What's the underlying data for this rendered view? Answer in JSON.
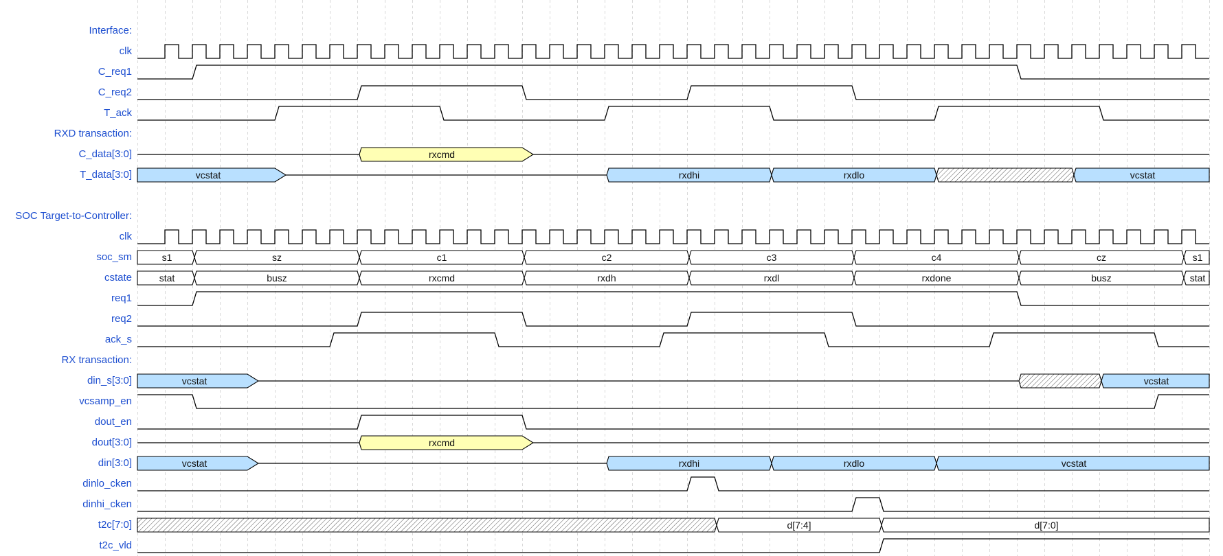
{
  "colors": {
    "label": "#1e4fd0",
    "bus_blue": "#b9e0ff",
    "bus_yellow": "#ffffb4",
    "line": "#000000",
    "grid": "#d8d8d8"
  },
  "periods": 39,
  "signals": [
    {
      "name": "Interface:",
      "kind": "label"
    },
    {
      "name": "clk",
      "kind": "clock",
      "from": 1
    },
    {
      "name": "C_req1",
      "kind": "bit",
      "init": 0,
      "edges": [
        2,
        32
      ]
    },
    {
      "name": "C_req2",
      "kind": "bit",
      "init": 0,
      "edges": [
        8,
        14,
        20,
        26
      ]
    },
    {
      "name": "T_ack",
      "kind": "bit",
      "init": 0,
      "edges": [
        5,
        11,
        17,
        23,
        29,
        35
      ]
    },
    {
      "name": "RXD transaction:",
      "kind": "label"
    },
    {
      "name": "C_data[3:0]",
      "kind": "bus",
      "segs": [
        {
          "s": 0,
          "e": 8,
          "t": "z"
        },
        {
          "s": 8,
          "e": 14,
          "t": "d",
          "label": "rxcmd",
          "c": "yellow"
        },
        {
          "s": 14,
          "e": 39,
          "t": "z"
        }
      ]
    },
    {
      "name": "T_data[3:0]",
      "kind": "bus",
      "segs": [
        {
          "s": 0,
          "e": 5,
          "t": "d",
          "label": "vcstat",
          "c": "blue"
        },
        {
          "s": 5,
          "e": 17,
          "t": "z"
        },
        {
          "s": 17,
          "e": 23,
          "t": "d",
          "label": "rxdhi",
          "c": "blue"
        },
        {
          "s": 23,
          "e": 29,
          "t": "d",
          "label": "rxdlo",
          "c": "blue"
        },
        {
          "s": 29,
          "e": 34,
          "t": "x"
        },
        {
          "s": 34,
          "e": 39,
          "t": "d",
          "label": "vcstat",
          "c": "blue"
        }
      ]
    },
    {
      "name": "",
      "kind": "label"
    },
    {
      "name": "SOC Target-to-Controller:",
      "kind": "label"
    },
    {
      "name": "clk",
      "kind": "clock",
      "from": 1
    },
    {
      "name": "soc_sm",
      "kind": "bus",
      "segs": [
        {
          "s": 0,
          "e": 2,
          "t": "d",
          "label": "s1"
        },
        {
          "s": 2,
          "e": 8,
          "t": "d",
          "label": "sz"
        },
        {
          "s": 8,
          "e": 14,
          "t": "d",
          "label": "c1"
        },
        {
          "s": 14,
          "e": 20,
          "t": "d",
          "label": "c2"
        },
        {
          "s": 20,
          "e": 26,
          "t": "d",
          "label": "c3"
        },
        {
          "s": 26,
          "e": 32,
          "t": "d",
          "label": "c4"
        },
        {
          "s": 32,
          "e": 38,
          "t": "d",
          "label": "cz"
        },
        {
          "s": 38,
          "e": 39,
          "t": "d",
          "label": "s1"
        }
      ]
    },
    {
      "name": "cstate",
      "kind": "bus",
      "segs": [
        {
          "s": 0,
          "e": 2,
          "t": "d",
          "label": "stat"
        },
        {
          "s": 2,
          "e": 8,
          "t": "d",
          "label": "busz"
        },
        {
          "s": 8,
          "e": 14,
          "t": "d",
          "label": "rxcmd"
        },
        {
          "s": 14,
          "e": 20,
          "t": "d",
          "label": "rxdh"
        },
        {
          "s": 20,
          "e": 26,
          "t": "d",
          "label": "rxdl"
        },
        {
          "s": 26,
          "e": 32,
          "t": "d",
          "label": "rxdone"
        },
        {
          "s": 32,
          "e": 38,
          "t": "d",
          "label": "busz"
        },
        {
          "s": 38,
          "e": 39,
          "t": "d",
          "label": "stat"
        }
      ]
    },
    {
      "name": "req1",
      "kind": "bit",
      "init": 0,
      "edges": [
        2,
        32
      ]
    },
    {
      "name": "req2",
      "kind": "bit",
      "init": 0,
      "edges": [
        8,
        14,
        20,
        26
      ]
    },
    {
      "name": "ack_s",
      "kind": "bit",
      "init": 0,
      "edges": [
        7,
        13,
        19,
        25,
        31,
        37
      ]
    },
    {
      "name": "RX transaction:",
      "kind": "label"
    },
    {
      "name": "din_s[3:0]",
      "kind": "bus",
      "segs": [
        {
          "s": 0,
          "e": 4,
          "t": "d",
          "label": "vcstat",
          "c": "blue"
        },
        {
          "s": 4,
          "e": 32,
          "t": "z"
        },
        {
          "s": 32,
          "e": 35,
          "t": "x"
        },
        {
          "s": 35,
          "e": 39,
          "t": "d",
          "label": "vcstat",
          "c": "blue"
        }
      ]
    },
    {
      "name": "vcsamp_en",
      "kind": "bit",
      "init": 1,
      "edges": [
        2,
        37
      ]
    },
    {
      "name": "dout_en",
      "kind": "bit",
      "init": 0,
      "edges": [
        8,
        14
      ]
    },
    {
      "name": "dout[3:0]",
      "kind": "bus",
      "segs": [
        {
          "s": 0,
          "e": 8,
          "t": "z"
        },
        {
          "s": 8,
          "e": 14,
          "t": "d",
          "label": "rxcmd",
          "c": "yellow"
        },
        {
          "s": 14,
          "e": 39,
          "t": "z"
        }
      ]
    },
    {
      "name": "din[3:0]",
      "kind": "bus",
      "segs": [
        {
          "s": 0,
          "e": 4,
          "t": "d",
          "label": "vcstat",
          "c": "blue"
        },
        {
          "s": 4,
          "e": 17,
          "t": "z"
        },
        {
          "s": 17,
          "e": 23,
          "t": "d",
          "label": "rxdhi",
          "c": "blue"
        },
        {
          "s": 23,
          "e": 29,
          "t": "d",
          "label": "rxdlo",
          "c": "blue"
        },
        {
          "s": 29,
          "e": 39,
          "t": "d",
          "label": "vcstat",
          "c": "blue"
        }
      ]
    },
    {
      "name": "dinlo_cken",
      "kind": "bit",
      "init": 0,
      "edges": [
        20,
        21
      ]
    },
    {
      "name": "dinhi_cken",
      "kind": "bit",
      "init": 0,
      "edges": [
        26,
        27
      ]
    },
    {
      "name": "t2c[7:0]",
      "kind": "bus",
      "segs": [
        {
          "s": 0,
          "e": 21,
          "t": "x"
        },
        {
          "s": 21,
          "e": 27,
          "t": "d",
          "label": "d[7:4]"
        },
        {
          "s": 27,
          "e": 39,
          "t": "d",
          "label": "d[7:0]"
        }
      ]
    },
    {
      "name": "t2c_vld",
      "kind": "bit",
      "init": 0,
      "edges": [
        27
      ]
    }
  ]
}
